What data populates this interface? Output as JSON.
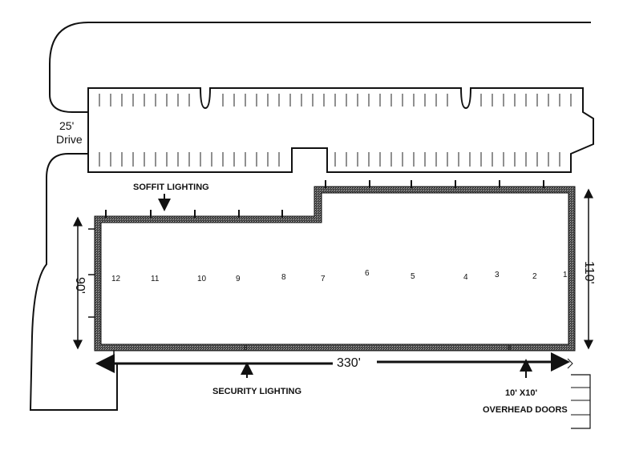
{
  "drive": {
    "width": "25'",
    "label": "Drive"
  },
  "labels": {
    "soffit": "SOFFIT LIGHTING",
    "security": "SECURITY LIGHTING",
    "door_size": "10' X10'",
    "doors": "OVERHEAD DOORS"
  },
  "dimensions": {
    "length": "330'",
    "right_depth": "110'",
    "left_depth": "90'"
  },
  "units": [
    "12",
    "11",
    "10",
    "9",
    "8",
    "7",
    "6",
    "5",
    "4",
    "3",
    "2",
    "1"
  ],
  "small_marks": [
    "8",
    "8"
  ]
}
